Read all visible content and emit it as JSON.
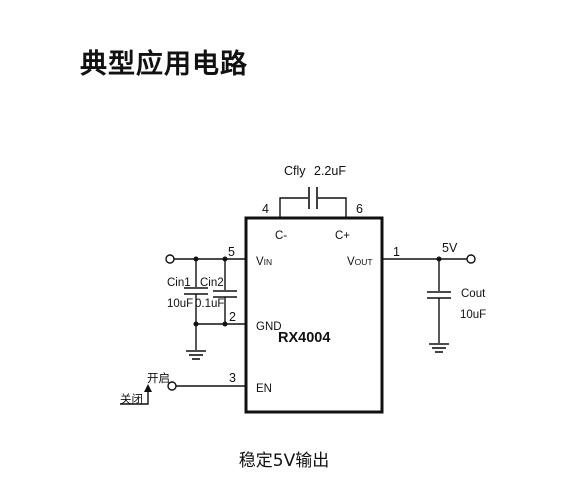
{
  "title": "典型应用电路",
  "caption": "稳定5V输出",
  "chip": {
    "name": "RX4004",
    "pins": {
      "c_minus": {
        "number": "4",
        "label": "C-"
      },
      "c_plus": {
        "number": "6",
        "label": "C+"
      },
      "vin": {
        "number": "5",
        "label_main": "V",
        "label_sub": "IN"
      },
      "gnd": {
        "number": "2",
        "label": "GND"
      },
      "en": {
        "number": "3",
        "label": "EN"
      },
      "vout": {
        "number": "1",
        "label_main": "V",
        "label_sub": "OUT"
      }
    }
  },
  "components": {
    "cfly": {
      "name": "Cfly",
      "value": "2.2uF"
    },
    "cin1": {
      "name": "Cin1",
      "value": "10uF"
    },
    "cin2": {
      "name": "Cin2",
      "value": "0.1uF"
    },
    "cout": {
      "name": "Cout",
      "value": "10uF"
    }
  },
  "output_label": "5V",
  "switch": {
    "on_label": "开启",
    "off_label": "关闭"
  }
}
